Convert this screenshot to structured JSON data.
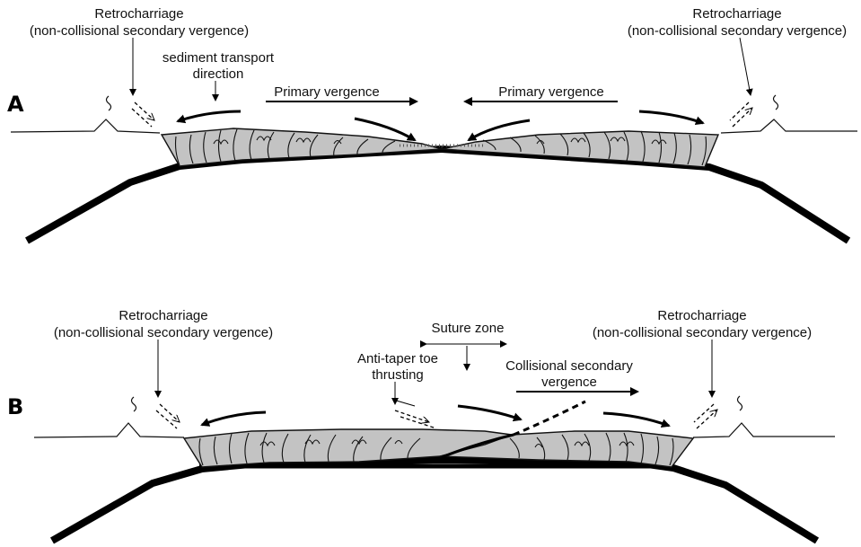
{
  "panel_a": {
    "letter": "A",
    "retro_left_line1": "Retrocharriage",
    "retro_left_line2": "(non-collisional secondary vergence)",
    "retro_right_line1": "Retrocharriage",
    "retro_right_line2": "(non-collisional secondary vergence)",
    "sediment_line1": "sediment transport",
    "sediment_line2": "direction",
    "primary_left": "Primary vergence",
    "primary_right": "Primary vergence"
  },
  "panel_b": {
    "letter": "B",
    "retro_left_line1": "Retrocharriage",
    "retro_left_line2": "(non-collisional secondary vergence)",
    "retro_right_line1": "Retrocharriage",
    "retro_right_line2": "(non-collisional secondary vergence)",
    "suture": "Suture zone",
    "antitaper_line1": "Anti-taper toe",
    "antitaper_line2": "thrusting",
    "collisional_line1": "Collisional secondary",
    "collisional_line2": "vergence"
  },
  "colors": {
    "wedge_fill": "#c3c3c3",
    "line": "#000000",
    "background": "#ffffff"
  }
}
